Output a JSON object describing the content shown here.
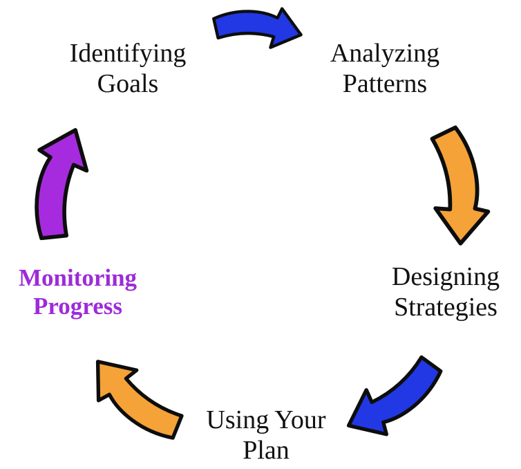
{
  "diagram": {
    "type": "cycle",
    "background_color": "#ffffff",
    "nodes": [
      {
        "label_line1": "Identifying",
        "label_line2": "Goals",
        "text_color": "#111111"
      },
      {
        "label_line1": "Analyzing",
        "label_line2": "Patterns",
        "text_color": "#111111"
      },
      {
        "label_line1": "Designing",
        "label_line2": "Strategies",
        "text_color": "#111111"
      },
      {
        "label_line1": "Using Your",
        "label_line2": "Plan",
        "text_color": "#111111"
      },
      {
        "label_line1": "Monitoring",
        "label_line2": "Progress",
        "text_color": "#9D2BD8"
      }
    ],
    "arrows": [
      {
        "from": "Identifying Goals",
        "to": "Analyzing Patterns",
        "color": "#2138E4",
        "outline": "#0d0d0d"
      },
      {
        "from": "Analyzing Patterns",
        "to": "Designing Strategies",
        "color": "#F5A238",
        "outline": "#0d0d0d"
      },
      {
        "from": "Designing Strategies",
        "to": "Using Your Plan",
        "color": "#2138E4",
        "outline": "#0d0d0d"
      },
      {
        "from": "Using Your Plan",
        "to": "Monitoring Progress",
        "color": "#F5A238",
        "outline": "#0d0d0d"
      },
      {
        "from": "Monitoring Progress",
        "to": "Identifying Goals",
        "color": "#A62BDE",
        "outline": "#0d0d0d"
      }
    ]
  }
}
